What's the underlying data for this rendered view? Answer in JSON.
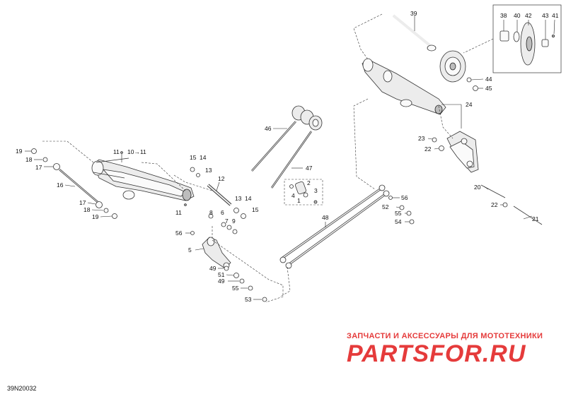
{
  "figure_code": "39N20032",
  "watermark": {
    "tagline": "ЗАПЧАСТИ И АКСЕССУАРЫ ДЛЯ МОТОТЕХНИКИ",
    "logo_text": "PARTSFOR.RU",
    "logo_color": "#e53b3b"
  },
  "labels": [
    {
      "id": "39",
      "text": "39"
    },
    {
      "id": "38",
      "text": "38"
    },
    {
      "id": "40",
      "text": "40"
    },
    {
      "id": "42",
      "text": "42"
    },
    {
      "id": "43",
      "text": "43"
    },
    {
      "id": "41",
      "text": "41"
    },
    {
      "id": "44",
      "text": "44"
    },
    {
      "id": "45",
      "text": "45"
    },
    {
      "id": "24",
      "text": "24"
    },
    {
      "id": "23",
      "text": "23"
    },
    {
      "id": "22a",
      "text": "22"
    },
    {
      "id": "20",
      "text": "20"
    },
    {
      "id": "22b",
      "text": "22"
    },
    {
      "id": "21",
      "text": "21"
    },
    {
      "id": "46",
      "text": "46"
    },
    {
      "id": "47",
      "text": "47"
    },
    {
      "id": "2",
      "text": "2"
    },
    {
      "id": "4",
      "text": "4"
    },
    {
      "id": "3",
      "text": "3"
    },
    {
      "id": "1",
      "text": "1"
    },
    {
      "id": "56a",
      "text": "56"
    },
    {
      "id": "52",
      "text": "52"
    },
    {
      "id": "55a",
      "text": "55"
    },
    {
      "id": "54",
      "text": "54"
    },
    {
      "id": "48",
      "text": "48"
    },
    {
      "id": "19a",
      "text": "19"
    },
    {
      "id": "18a",
      "text": "18"
    },
    {
      "id": "17a",
      "text": "17"
    },
    {
      "id": "16",
      "text": "16"
    },
    {
      "id": "17b",
      "text": "17"
    },
    {
      "id": "18b",
      "text": "18"
    },
    {
      "id": "19b",
      "text": "19"
    },
    {
      "id": "11a",
      "text": "11"
    },
    {
      "id": "10",
      "text": "10→11"
    },
    {
      "id": "15a",
      "text": "15"
    },
    {
      "id": "14a",
      "text": "14"
    },
    {
      "id": "13a",
      "text": "13"
    },
    {
      "id": "12",
      "text": "12"
    },
    {
      "id": "11b",
      "text": "11"
    },
    {
      "id": "13b",
      "text": "13"
    },
    {
      "id": "14b",
      "text": "14"
    },
    {
      "id": "15b",
      "text": "15"
    },
    {
      "id": "8",
      "text": "8"
    },
    {
      "id": "6",
      "text": "6"
    },
    {
      "id": "7",
      "text": "7"
    },
    {
      "id": "9",
      "text": "9"
    },
    {
      "id": "56b",
      "text": "56"
    },
    {
      "id": "5",
      "text": "5"
    },
    {
      "id": "49a",
      "text": "49"
    },
    {
      "id": "51",
      "text": "51"
    },
    {
      "id": "49b",
      "text": "49"
    },
    {
      "id": "55b",
      "text": "55"
    },
    {
      "id": "53",
      "text": "53"
    }
  ]
}
